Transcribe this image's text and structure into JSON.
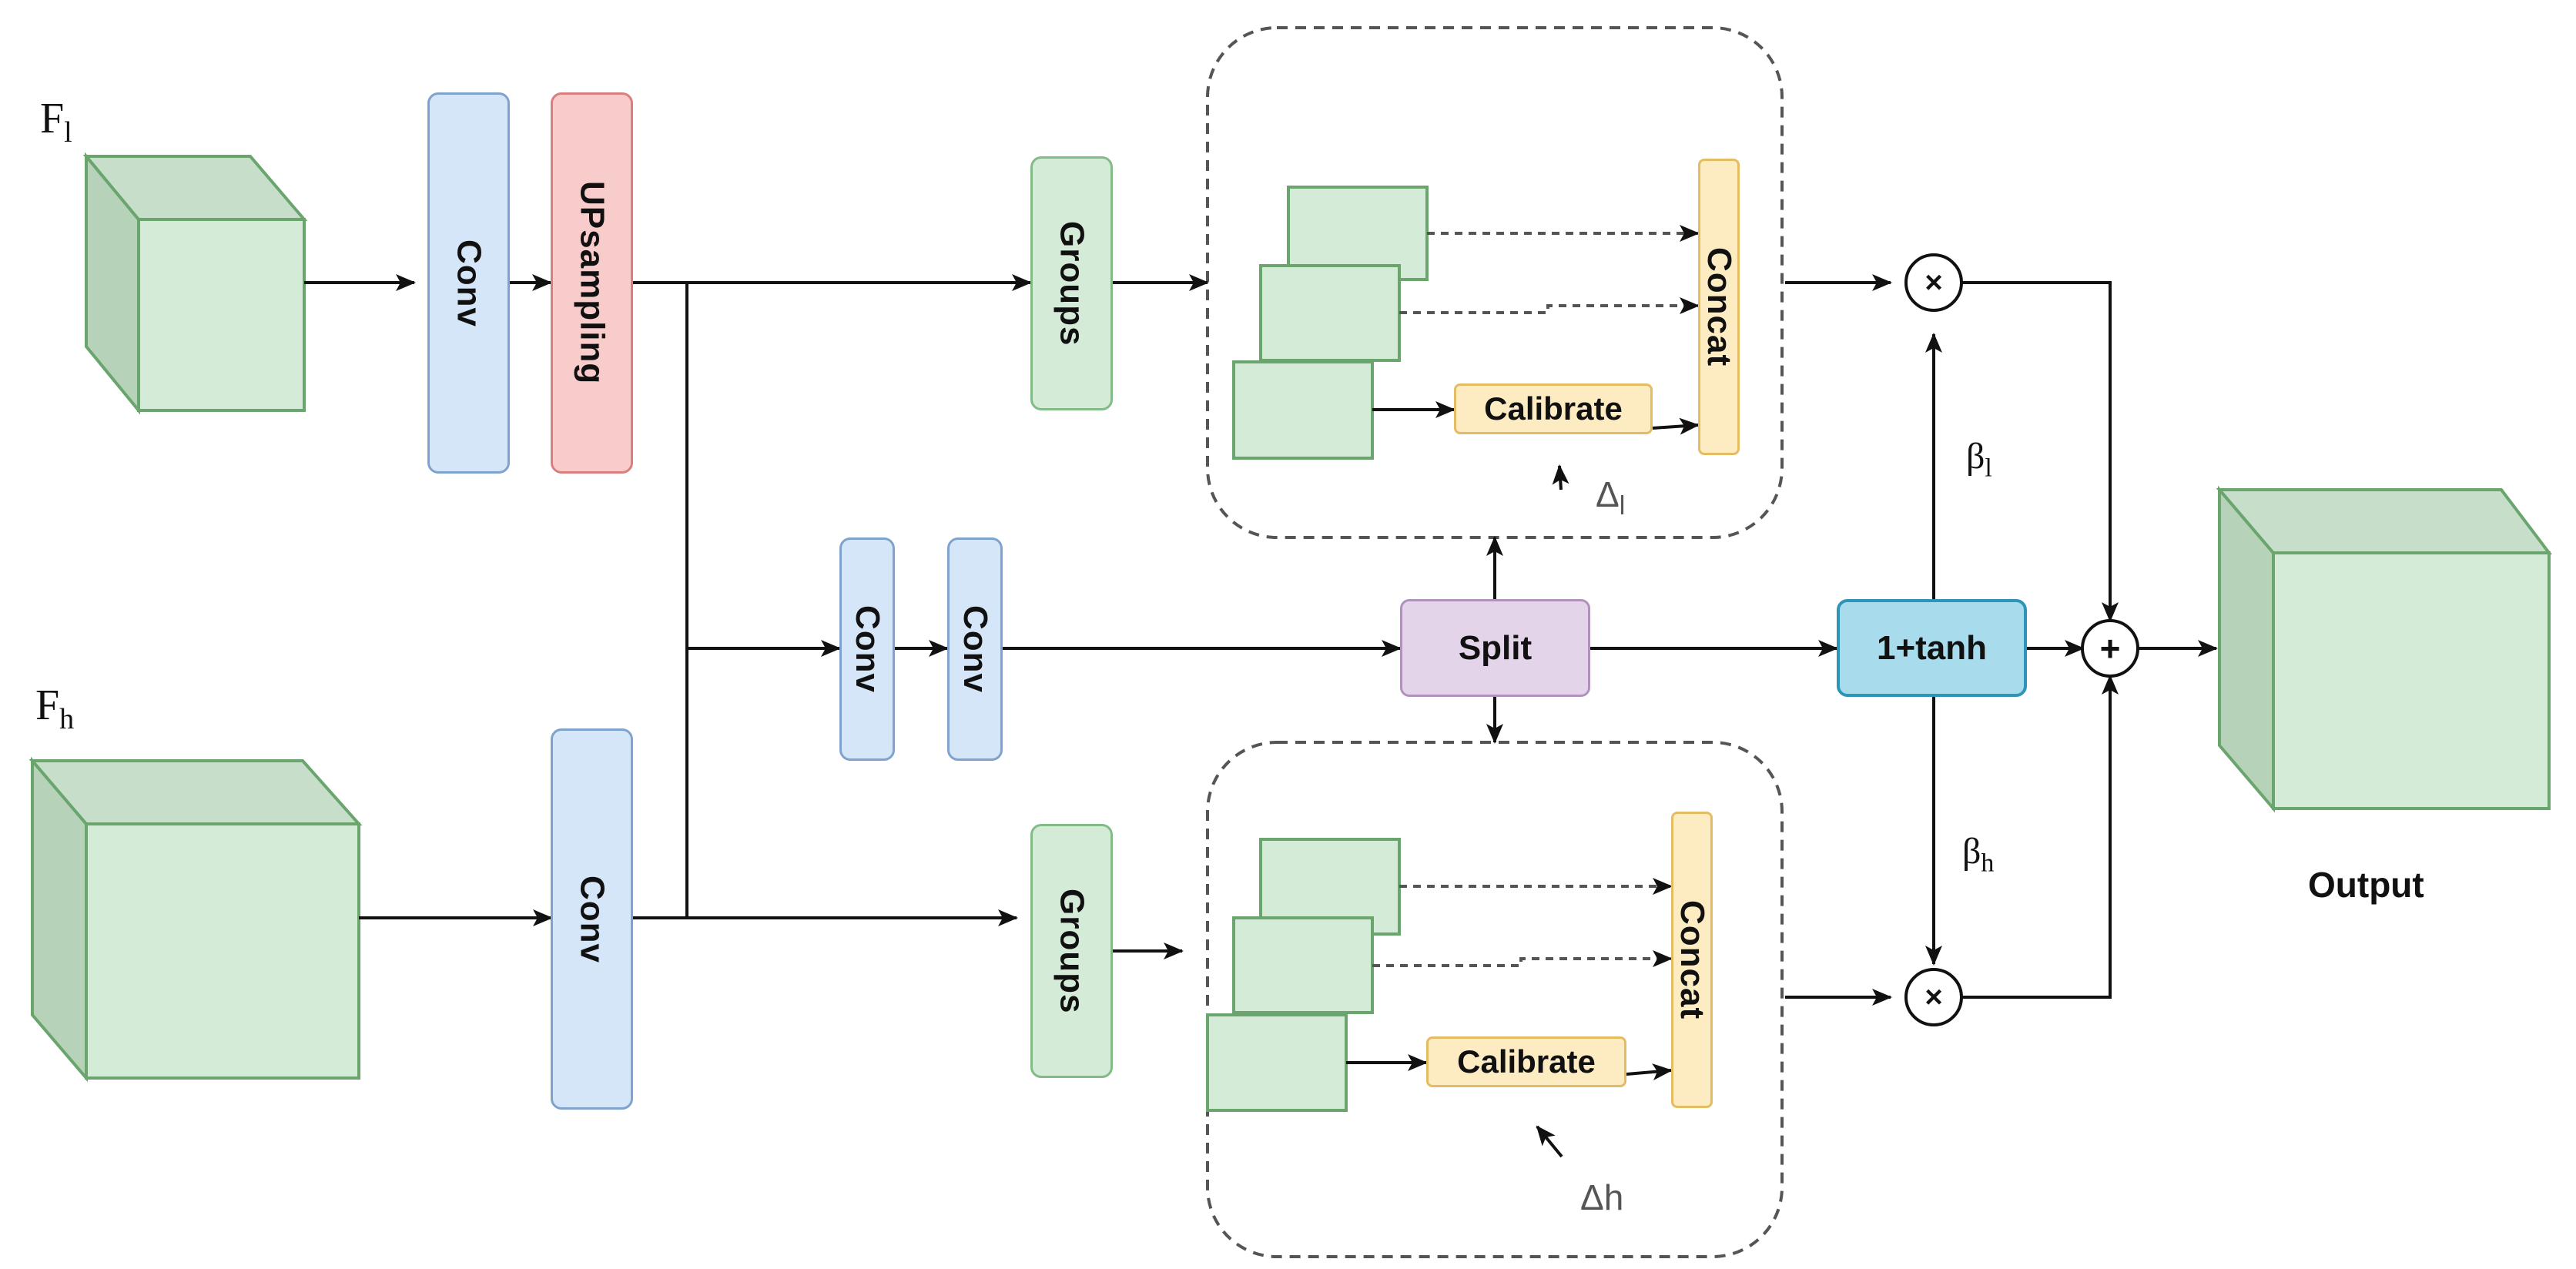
{
  "inputs": {
    "f_low": {
      "main": "F",
      "sub": "l"
    },
    "f_high": {
      "main": "F",
      "sub": "h"
    }
  },
  "blocks": {
    "conv_top": "Conv",
    "upsampling": "UPsampling",
    "conv_bottom": "Conv",
    "conv_mid_1": "Conv",
    "conv_mid_2": "Conv",
    "groups_top": "Groups",
    "groups_bottom": "Groups",
    "concat_top": "Concat",
    "concat_bottom": "Concat",
    "calibrate_top": "Calibrate",
    "calibrate_bottom": "Calibrate",
    "split": "Split",
    "tanh": "1+tanh"
  },
  "operators": {
    "multiply_top": "×",
    "multiply_bottom": "×",
    "add": "+"
  },
  "labels": {
    "beta_l": {
      "main": "β",
      "sub": "l"
    },
    "beta_h": {
      "main": "β",
      "sub": "h"
    },
    "delta_l": {
      "main": "Δ",
      "sub": "l"
    },
    "delta_h": "Δh",
    "output": "Output"
  },
  "colors": {
    "cube_fill": "#d3ebd7",
    "cube_side": "#b6d3b9",
    "cube_stroke": "#6aa56e",
    "conv_fill": "#d5e6f8",
    "upsampling_fill": "#f9cccc",
    "groups_fill": "#d3ebd7",
    "calibrate_fill": "#fdecc2",
    "split_fill": "#e4d4ea",
    "tanh_fill": "#a8dcec"
  }
}
